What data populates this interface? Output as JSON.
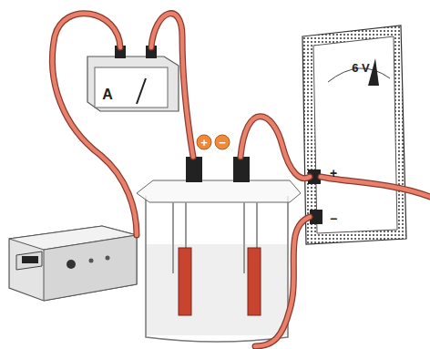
{
  "diagram": {
    "labels": [
      "A",
      "+",
      "−",
      "6 V",
      "+",
      "−"
    ]
  }
}
